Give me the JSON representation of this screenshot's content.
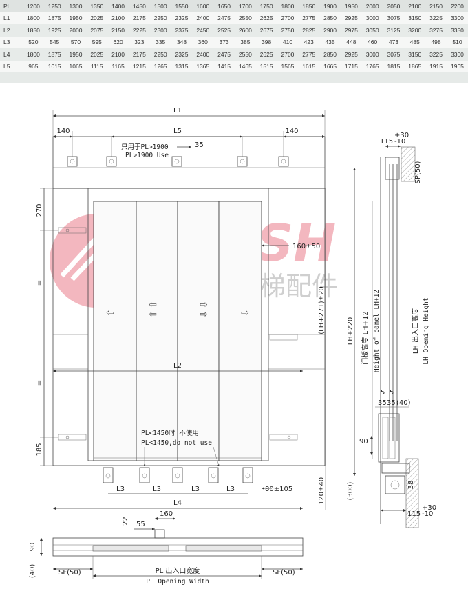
{
  "table": {
    "header_label": "PL",
    "columns": [
      "1200",
      "1250",
      "1300",
      "1350",
      "1400",
      "1450",
      "1500",
      "1550",
      "1600",
      "1650",
      "1700",
      "1750",
      "1800",
      "1850",
      "1900",
      "1950",
      "2000",
      "2050",
      "2100",
      "2150",
      "2200"
    ],
    "rows": [
      {
        "label": "L1",
        "values": [
          "1800",
          "1875",
          "1950",
          "2025",
          "2100",
          "2175",
          "2250",
          "2325",
          "2400",
          "2475",
          "2550",
          "2625",
          "2700",
          "2775",
          "2850",
          "2925",
          "3000",
          "3075",
          "3150",
          "3225",
          "3300"
        ]
      },
      {
        "label": "L2",
        "values": [
          "1850",
          "1925",
          "2000",
          "2075",
          "2150",
          "2225",
          "2300",
          "2375",
          "2450",
          "2525",
          "2600",
          "2675",
          "2750",
          "2825",
          "2900",
          "2975",
          "3050",
          "3125",
          "3200",
          "3275",
          "3350"
        ]
      },
      {
        "label": "L3",
        "values": [
          "520",
          "545",
          "570",
          "595",
          "620",
          "323",
          "335",
          "348",
          "360",
          "373",
          "385",
          "398",
          "410",
          "423",
          "435",
          "448",
          "460",
          "473",
          "485",
          "498",
          "510"
        ]
      },
      {
        "label": "L4",
        "values": [
          "1800",
          "1875",
          "1950",
          "2025",
          "2100",
          "2175",
          "2250",
          "2325",
          "2400",
          "2475",
          "2550",
          "2625",
          "2700",
          "2775",
          "2850",
          "2925",
          "3000",
          "3075",
          "3150",
          "3225",
          "3300"
        ]
      },
      {
        "label": "L5",
        "values": [
          "965",
          "1015",
          "1065",
          "1115",
          "1165",
          "1215",
          "1265",
          "1315",
          "1365",
          "1415",
          "1465",
          "1515",
          "1565",
          "1615",
          "1665",
          "1715",
          "1765",
          "1815",
          "1865",
          "1915",
          "1965"
        ]
      }
    ]
  },
  "brand": {
    "name": "FLASH",
    "cn_name": "弗拉奇电梯配件",
    "color": "#e8475c"
  },
  "labels": {
    "L1": "L1",
    "L2": "L2",
    "L3": "L3",
    "L4": "L4",
    "L5": "L5",
    "d140": "140",
    "d35": "35",
    "only_cn": "只用于PL>1900",
    "only_en": "PL>1900 Use",
    "d270": "270",
    "eq": "=",
    "d185": "185",
    "d160_50": "160±50",
    "lh271": "(LH+271)±20",
    "lh220": "LH+220",
    "door_panel": "门板高度 LH+12",
    "panel_en": "Height of panel  LH+12",
    "lh_cn": "LH 出入口高度",
    "lh_en": "LH Opening Height",
    "pl1450_cn": "PL<1450时 不使用",
    "pl1450_en": "PL<1450,do not use",
    "d80_105": "80±105",
    "d120_40": "120±40",
    "d300": "(300)",
    "d22": "22",
    "d55": "55",
    "d160": "160",
    "d90": "90",
    "d40": "(40)",
    "sf50": "SF(50)",
    "pl_cn": "PL 出入口宽度",
    "pl_en": "PL Opening Width",
    "d115": "115",
    "tol_plus": "+30",
    "tol_minus": "-10",
    "sp50": "SP(50)",
    "d5": "5",
    "d35b": "35",
    "d40b": "(40)",
    "d38": "38"
  }
}
